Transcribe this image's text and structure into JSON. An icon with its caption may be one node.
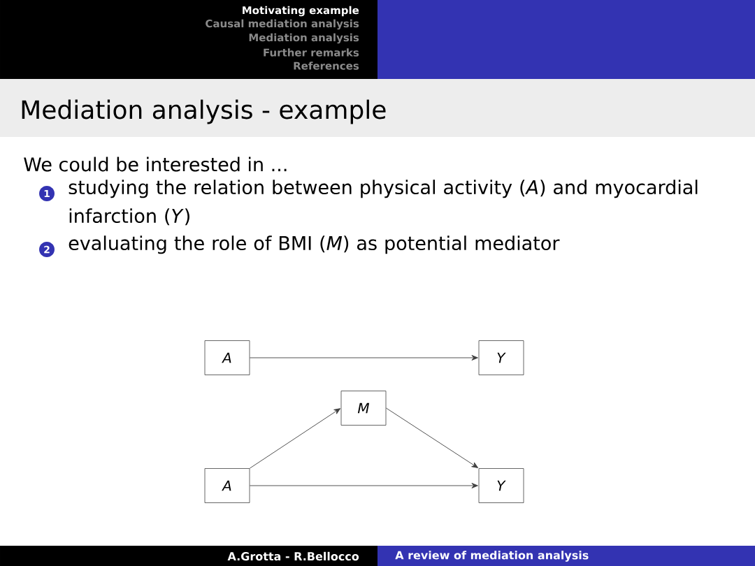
{
  "diagram": {
    "title": "Mediation analysis - example",
    "nodes": [
      {
        "text": [
          "*A*"
        ]
      },
      {
        "text": [
          "*Y*"
        ]
      },
      {
        "text": [
          "*M*"
        ]
      },
      {
        "text": [
          "*A*"
        ]
      },
      {
        "text": [
          "*Y*"
        ]
      }
    ],
    "edges": [
      {
        "from": 0,
        "to": 1,
        "arrow": "to"
      },
      {
        "from": 3,
        "to": 2,
        "arrow": "to"
      },
      {
        "from": 2,
        "to": 4,
        "arrow": "to"
      },
      {
        "from": 3,
        "to": 4,
        "arrow": "to"
      }
    ],
    "labels": [
      "Motivating example",
      "Causal mediation analysis",
      "Mediation analysis",
      "Further remarks",
      "References",
      "We could be interested in ...",
      "1",
      "studying the relation between physical activity (*A*) and myocardial infarction (*Y*)",
      "2",
      "evaluating the role of BMI (*M*) as potential mediator",
      "A.Grotta - R.Bellocco",
      "A review of mediation analysis"
    ]
  }
}
